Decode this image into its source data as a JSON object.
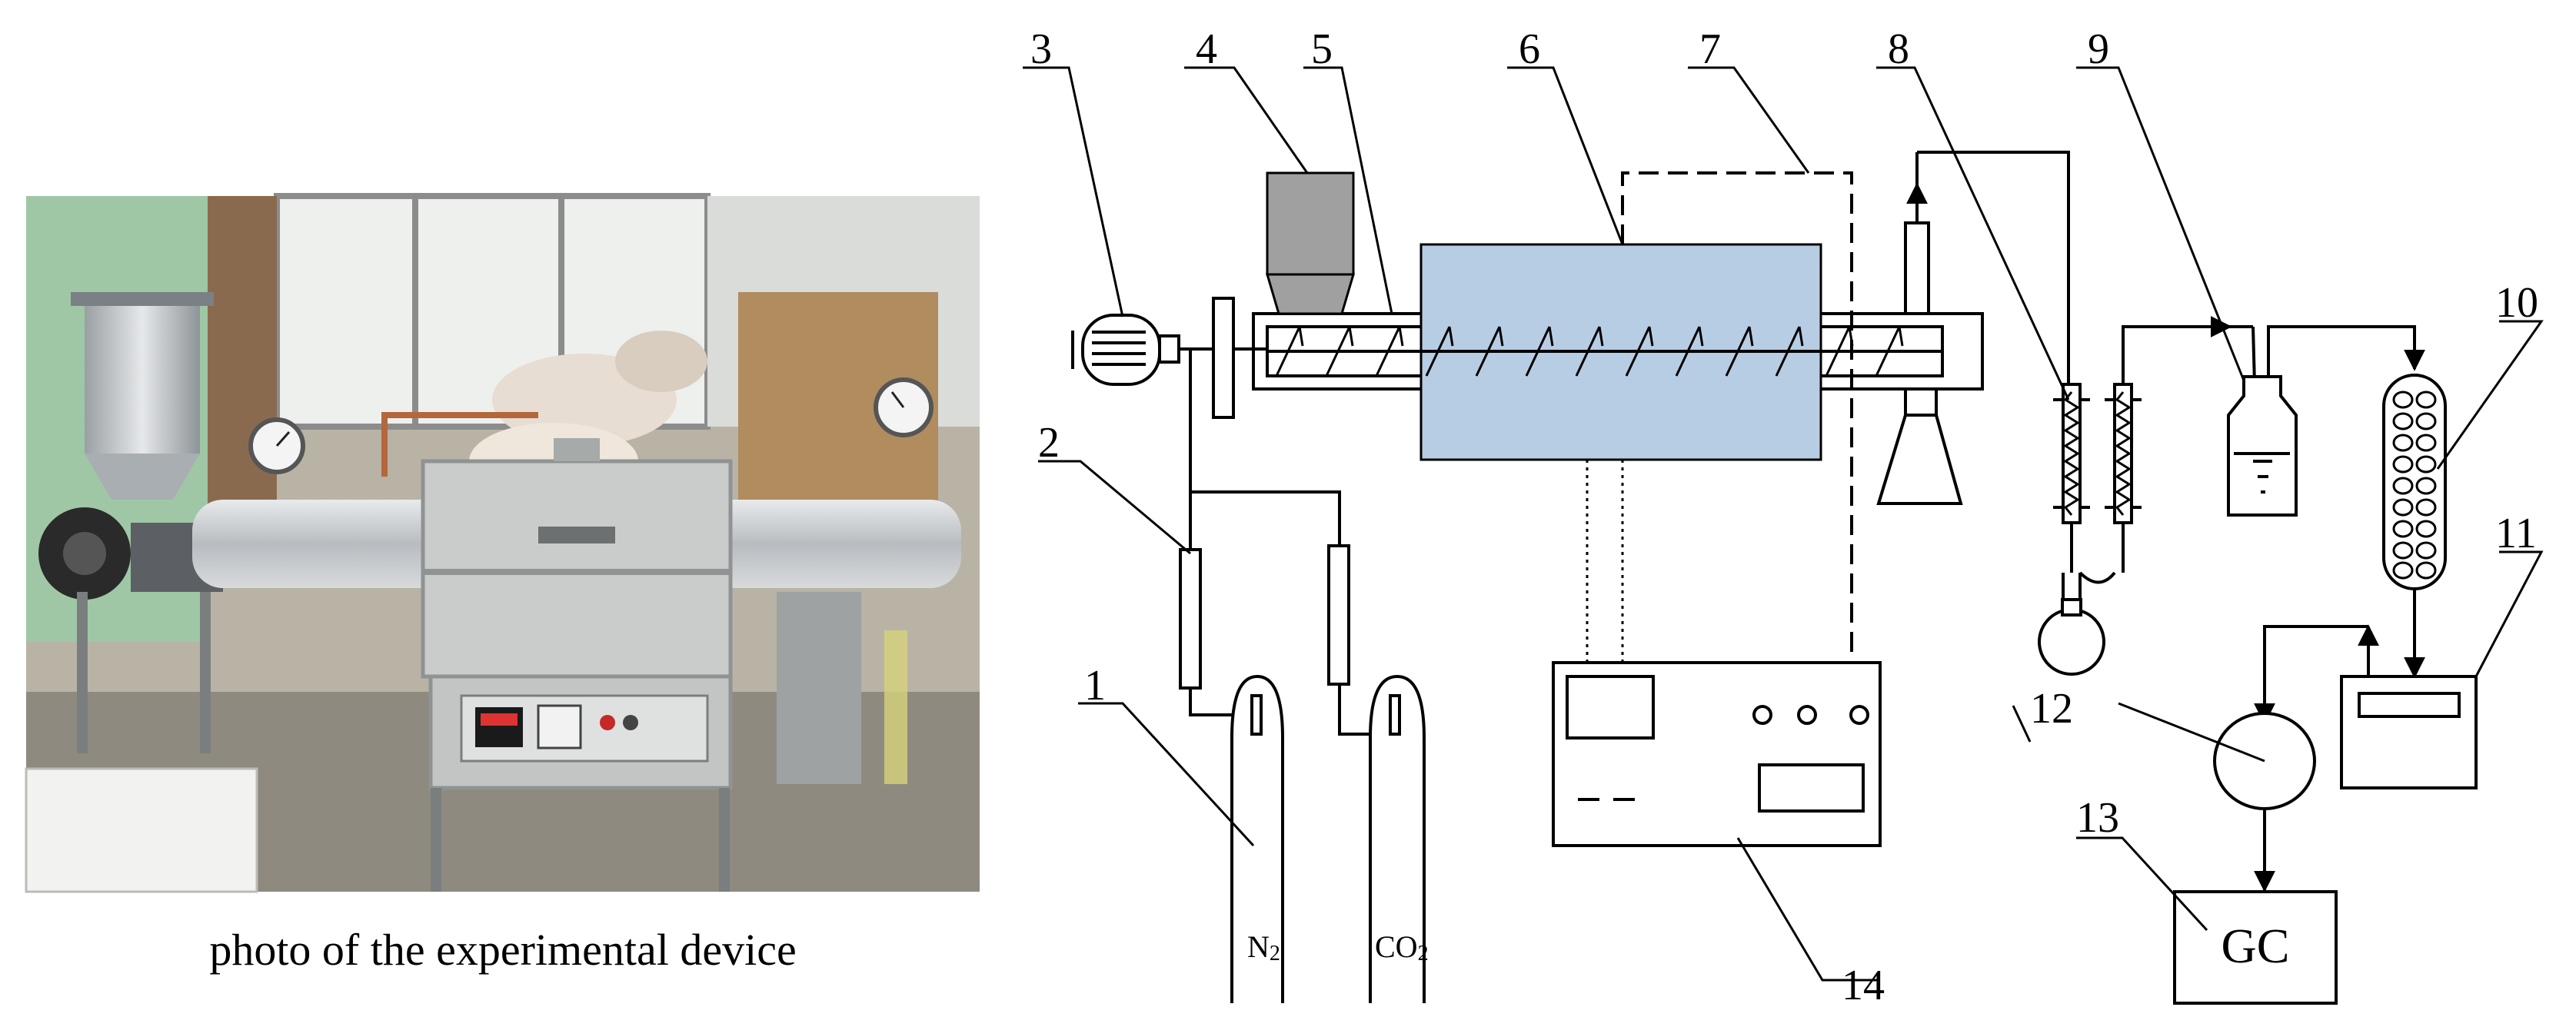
{
  "photo_caption": "photo of the experimental device",
  "labels": {
    "n1": "1",
    "n2": "2",
    "n3": "3",
    "n4": "4",
    "n5": "5",
    "n6": "6",
    "n7": "7",
    "n8": "8",
    "n9": "9",
    "n10": "10",
    "n11": "11",
    "n12": "12",
    "n13": "13",
    "n14": "14"
  },
  "gas_n2": "N",
  "gas_n2_sub": "2",
  "gas_co2": "CO",
  "gas_co2_sub": "2",
  "gc_label": "GC",
  "colors": {
    "furnace": "#b7cde4",
    "hopper": "#a0a0a0",
    "line": "#000000"
  }
}
